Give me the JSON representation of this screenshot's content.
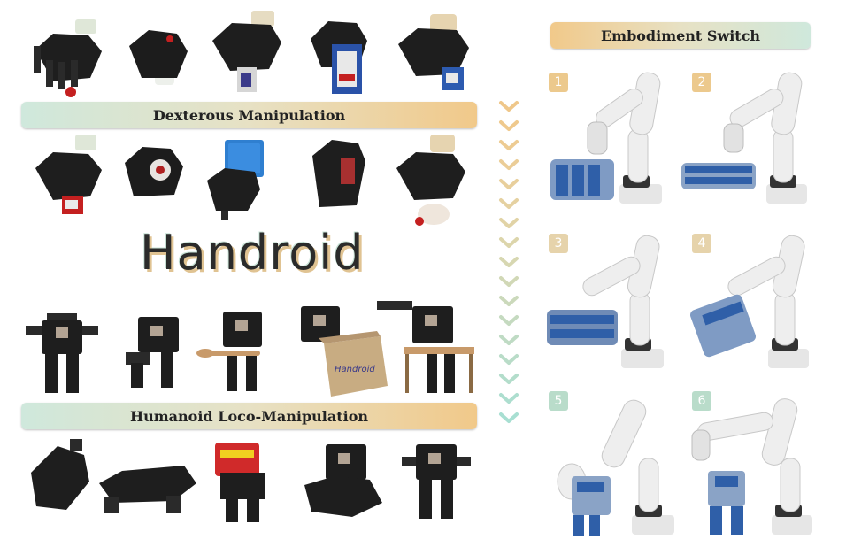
{
  "title": "Handroid",
  "sections": {
    "dexterous": "Dexterous Manipulation",
    "humanoid": "Humanoid Loco-Manipulation",
    "embodiment": "Embodiment Switch"
  },
  "embodiment_steps": [
    {
      "label": "1",
      "color": "#ecc98d"
    },
    {
      "label": "2",
      "color": "#ecc98d"
    },
    {
      "label": "3",
      "color": "#e6d3ab"
    },
    {
      "label": "4",
      "color": "#e6d3ab"
    },
    {
      "label": "5",
      "color": "#b9dcca"
    },
    {
      "label": "6",
      "color": "#b9dcca"
    }
  ],
  "box_print": "Handroid",
  "colors": {
    "orange": "#f1c98a",
    "mint": "#cfe8dc",
    "robot_black": "#1e1e1e",
    "arm_white": "#eeeeee",
    "actuator_blue": "#2f5fa8",
    "cube_blue": "#2f7fd0"
  }
}
